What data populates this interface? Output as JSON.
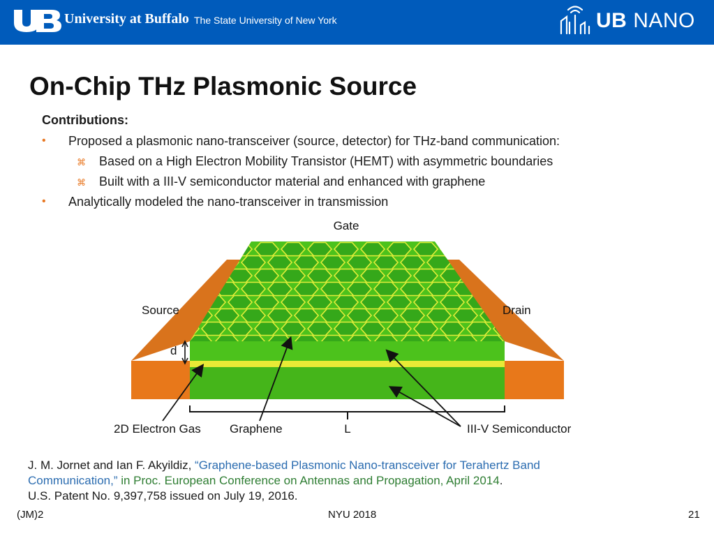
{
  "header": {
    "logo_text": "UB",
    "university": "University at Buffalo",
    "university_sub": "The State University of New York",
    "brand_strong": "UB",
    "brand_light": "NANO",
    "colors": {
      "bar": "#005bbb",
      "text": "#ffffff"
    }
  },
  "slide": {
    "title": "On-Chip THz Plasmonic Source",
    "contributions_heading": "Contributions:",
    "bullets": [
      {
        "text": "Proposed a plasmonic nano-transceiver (source, detector) for THz-band communication:",
        "sub": [
          "Based on a High Electron Mobility Transistor (HEMT) with asymmetric boundaries",
          "Built with a III-V semiconductor material and enhanced with graphene"
        ]
      },
      {
        "text": "Analytically modeled the nano-transceiver in transmission"
      }
    ],
    "bullet_glyph": "•",
    "sub_bullet_glyph": "⌘"
  },
  "diagram": {
    "labels": {
      "gate": "Gate",
      "source": "Source",
      "drain": "Drain",
      "d": "d",
      "electron_gas": "2D Electron Gas",
      "graphene": "Graphene",
      "length": "L",
      "semiconductor": "III-V Semiconductor"
    },
    "colors": {
      "contact_top": "#d9731c",
      "contact_front": "#e8781a",
      "semiconductor": "#4cc21c",
      "hex_fill": "#35a81a",
      "hex_line": "#e3ee3a",
      "gas_layer": "#e8ea36"
    }
  },
  "reference": {
    "authors": "J. M. Jornet and Ian F. Akyildiz, ",
    "title": "“Graphene-based Plasmonic Nano-transceiver for Terahertz Band",
    "title_cont": "Communication,”",
    "venue": " in Proc. European Conference on Antennas and Propagation, April 2014",
    "end": ".",
    "patent": "U.S. Patent No. 9,397,758 issued on July 19, 2016."
  },
  "footer": {
    "left": "(JM)2",
    "center": "NYU 2018",
    "page": "21"
  }
}
